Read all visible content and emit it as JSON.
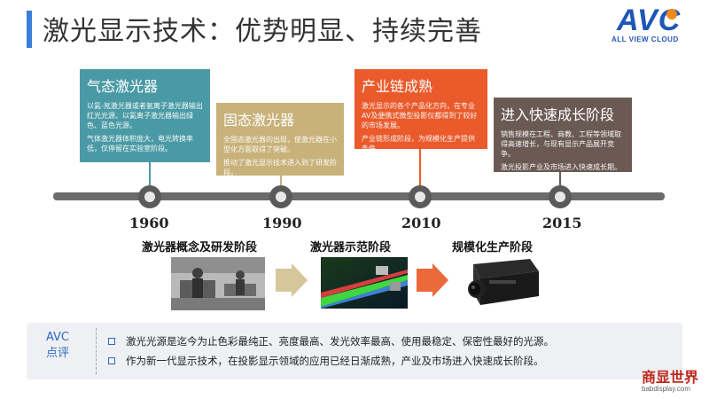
{
  "title": "激光显示技术：优势明显、持续完善",
  "logo": {
    "word": "AVC",
    "sub": "ALL VIEW CLOUD"
  },
  "cards": [
    {
      "title": "气态激光器",
      "p1": "以氦-氖激光器或者氩离子激光器输出红光光源、以氦离子激光器输出绿色、蓝色光源。",
      "p2": "气体激光器体积庞大，电光转换率低，仅停留在实验室阶段。",
      "color": "#4a9aa5"
    },
    {
      "title": "固态激光器",
      "p1": "全固态激光器的出现，使激光器在小型化方面取得了突破。",
      "p2": "推动了激光显示技术进入到了研发阶段。",
      "color": "#c8b27a"
    },
    {
      "title": "产业链成熟",
      "p1": "激光显示的各个产品化方向，在专业AV及便携式微型投影仪都得到了较好的市场发展。",
      "p2": "产业链形成阶段，为规模化生产提供条件。",
      "color": "#ea5a2b"
    },
    {
      "title": "进入快速成长阶段",
      "p1": "销售规模在工程、商教、工程等领域取得高速增长，与现有显示产品展开竞争。",
      "p2": "激光投影产业及市场进入快速成长期。",
      "color": "#6b5a54"
    }
  ],
  "years": [
    "1960",
    "1990",
    "2010",
    "2015"
  ],
  "stages": [
    "激光器概念及研发阶段",
    "激光器示范阶段",
    "规模化生产阶段"
  ],
  "review": {
    "tag_line1": "AVC",
    "tag_line2": "点评",
    "bullets": [
      "激光光源是迄今为止色彩最纯正、亮度最高、发光效率最高、使用最稳定、保密性最好的光源。",
      "作为新一代显示技术，在投影显示领域的应用已经日渐成熟，产业及市场进入快速成长阶段。"
    ]
  },
  "watermark": {
    "top": "商显世界",
    "bottom": "babdisplay.com"
  }
}
